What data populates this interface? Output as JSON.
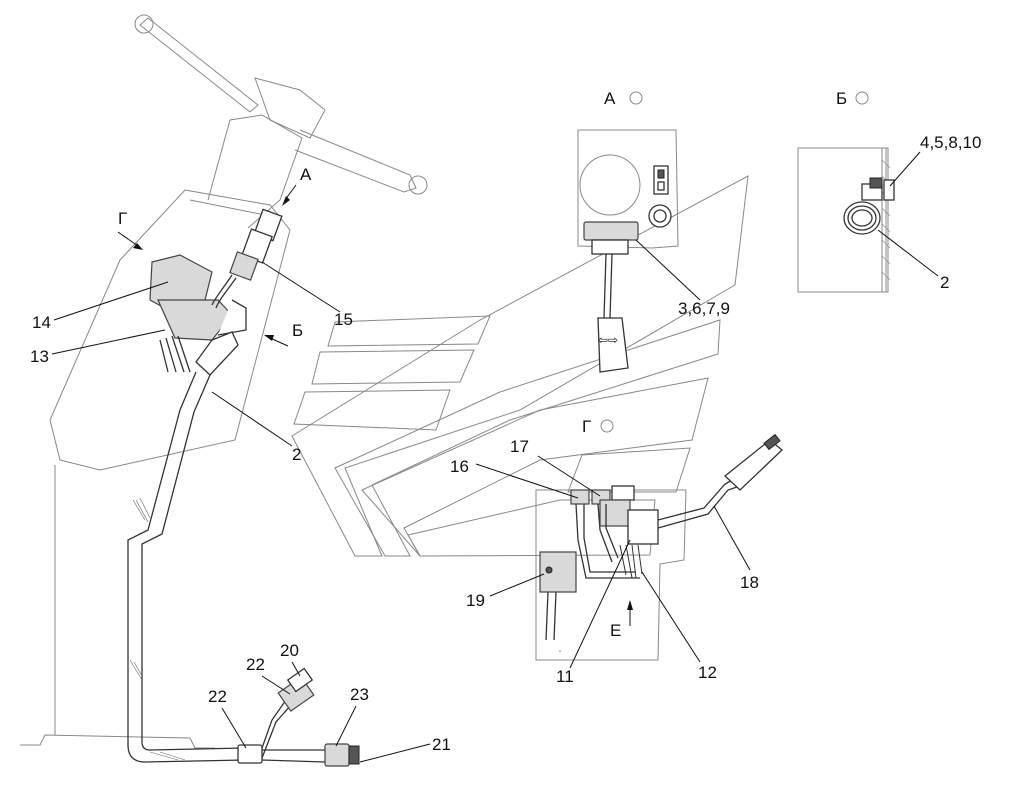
{
  "views": {
    "a": "А",
    "b": "Б",
    "g": "Г",
    "e": "Е"
  },
  "callouts": {
    "c2_main": "2",
    "c2_view_b": "2",
    "c3679": "3,6,7,9",
    "c45810": "4,5,8,10",
    "c11": "11",
    "c12": "12",
    "c13": "13",
    "c14": "14",
    "c15": "15",
    "c16": "16",
    "c17": "17",
    "c18": "18",
    "c19": "19",
    "c20": "20",
    "c21": "21",
    "c22_top": "22",
    "c22_bottom": "22",
    "c23": "23"
  },
  "switch_symbol": "⇦⇨"
}
